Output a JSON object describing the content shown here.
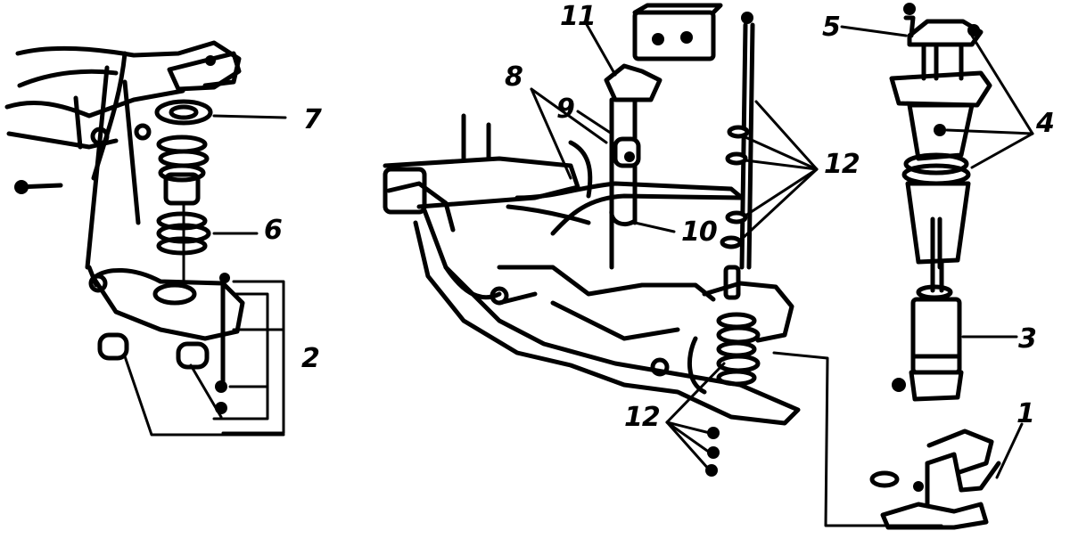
{
  "callouts": {
    "c1": "1",
    "c2": "2",
    "c3": "3",
    "c4": "4",
    "c5": "5",
    "c6": "6",
    "c7": "7",
    "c8": "8",
    "c9": "9",
    "c10": "10",
    "c11": "11",
    "c12a": "12",
    "c12b": "12"
  }
}
